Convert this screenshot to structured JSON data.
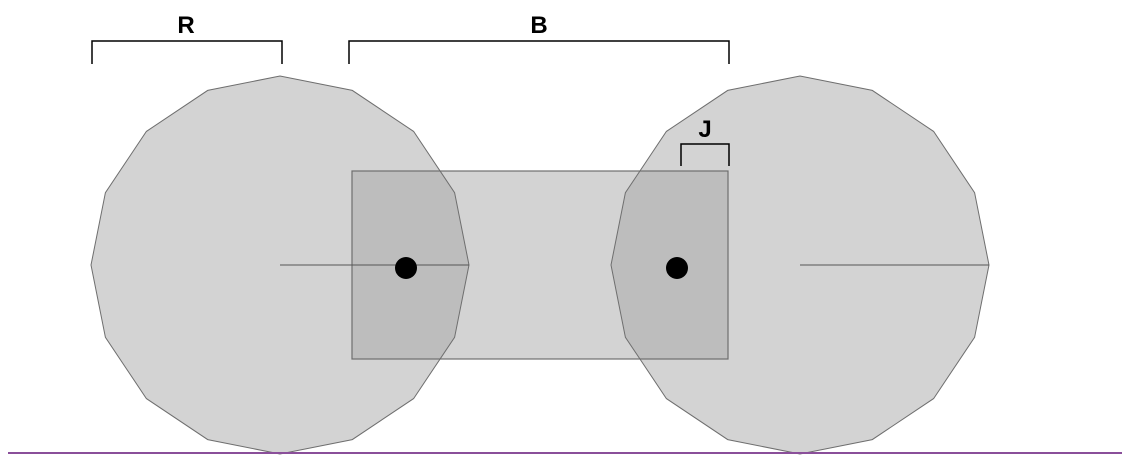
{
  "labels": {
    "r": "R",
    "b": "B",
    "j": "J"
  },
  "colors": {
    "wheel_fill": "#d3d3d3",
    "overlap_fill": "#bdbdbd",
    "outline": "#6e6e6e",
    "ground_line": "#8a4f9a",
    "dot": "#000000",
    "bracket": "#000000"
  },
  "shapes": {
    "wheel_sides": 16
  }
}
